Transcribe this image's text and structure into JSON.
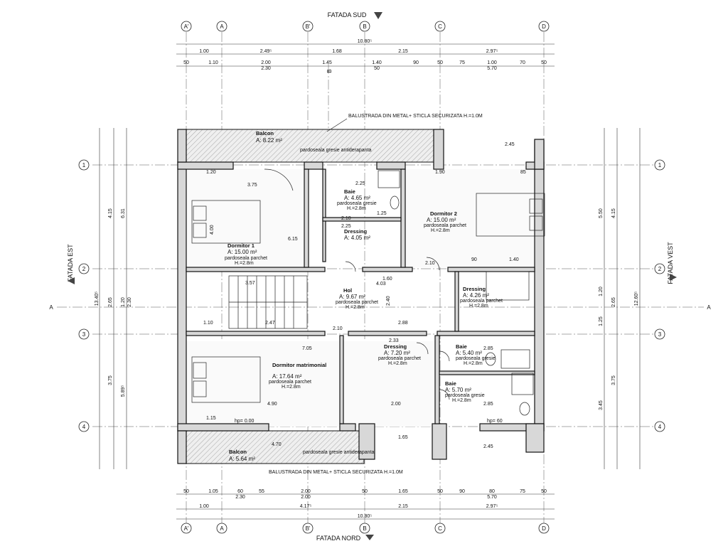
{
  "facades": {
    "top": "FATADA SUD",
    "bottom": "FATADA NORD",
    "left": "FATADA EST",
    "right": "FATADA VEST"
  },
  "axes": {
    "columns": [
      "A'",
      "A",
      "B'",
      "B",
      "C",
      "D"
    ],
    "rows": [
      "1",
      "2",
      "3",
      "4"
    ],
    "section_labels": [
      "A",
      "B"
    ]
  },
  "dims_top": {
    "total": "10.80⁵",
    "row2": [
      "1.00",
      "2.49⁵",
      "1.68",
      "2.15",
      "2.97⁵"
    ],
    "row3": [
      "50",
      "1.10",
      "1.45",
      "1.40",
      "90",
      "50",
      "75",
      "1.00",
      "70",
      "50"
    ],
    "row3b": [
      "2.00",
      "2.30",
      "50",
      "5.70"
    ]
  },
  "dims_bottom": {
    "total": "10.80⁵",
    "row2": [
      "1.00",
      "4.17⁵",
      "2.15",
      "2.97⁵"
    ],
    "row1": [
      "50",
      "1.05",
      "60",
      "55",
      "2.00",
      "50",
      "1.65",
      "50",
      "90",
      "80",
      "75",
      "50"
    ],
    "row1b": [
      "2.30",
      "2.00",
      "5.70"
    ]
  },
  "dims_left": [
    "4.15",
    "6.31",
    "13.40⁵",
    "2.65",
    "1.20",
    "2.30",
    "3.75",
    "5.89⁵"
  ],
  "dims_right": [
    "5.50",
    "4.15",
    "12.60⁵",
    "2.65",
    "1.25",
    "1.20",
    "3.75",
    "3.45"
  ],
  "notes": {
    "railing_top": "BALUSTRADA DIN METAL+ STICLA SECURIZATA H.=1.0M",
    "railing_bottom": "BALUSTRADA DIN METAL+ STICLA SECURIZATA H.=1.0M"
  },
  "rooms": {
    "balcon_top": {
      "name": "Balcon",
      "area": "A:   8.22 m²",
      "finish": "pardoseala gresie antiderapanta"
    },
    "dormitor1": {
      "name": "Dormitor 1",
      "area": "A:   15.00 m²",
      "finish": "pardoseala parchet",
      "height": "H.=2.8m"
    },
    "baie1": {
      "name": "Baie",
      "area": "A:   4.65 m²",
      "finish": "pardoseala gresie",
      "height": "H.=2.8m"
    },
    "dressing1": {
      "name": "Dressing",
      "area": "A:   4.05 m²"
    },
    "dormitor2": {
      "name": "Dormitor 2",
      "area": "A:   15.00 m²",
      "finish": "pardoseala parchet",
      "height": "H.=2.8m"
    },
    "hol": {
      "name": "Hol",
      "area": "A:   9.67 m²",
      "finish": "pardoseala parchet",
      "height": "H.=2.8m"
    },
    "dressing2": {
      "name": "Dressing",
      "area": "A:   4.26 m²",
      "finish": "pardoseala parchet",
      "height": "H.=2.8m"
    },
    "dormitor_matrimonial": {
      "name": "Dormitor matrimonial",
      "area": "A:   17.64 m²",
      "finish": "pardoseala parchet",
      "height": "H.=2.8m"
    },
    "dressing3": {
      "name": "Dressing",
      "area": "A:   7.20 m²",
      "finish": "pardoseala parchet",
      "height": "H.=2.8m"
    },
    "baie2": {
      "name": "Baie",
      "area": "A:   5.40 m²",
      "finish": "pardoseala gresie",
      "height": "H.=2.8m"
    },
    "baie3": {
      "name": "Baie",
      "area": "A:   5.70 m²",
      "finish": "pardoseala gresie",
      "height": "H.=2.8m"
    },
    "balcon_bottom": {
      "name": "Balcon",
      "area": "A:   5.64 m²",
      "finish": "pardoseala gresie antiderapanta"
    }
  },
  "inner_dims": [
    "3.75",
    "6.15",
    "4.00",
    "1.20",
    "2.25",
    "2.10",
    "1.25",
    "2.25",
    "1.90",
    "85",
    "1.40",
    "90",
    "2.10",
    "3.57",
    "1.60",
    "4.03",
    "2.40",
    "2.47",
    "1.10",
    "2.10",
    "2.88",
    "2.33",
    "7.05",
    "4.90",
    "2.00",
    "2.85",
    "2.85",
    "1.15",
    "1.65",
    "4.70",
    "2.45",
    "2.45",
    "hp= 0.00",
    "hp= 60"
  ]
}
